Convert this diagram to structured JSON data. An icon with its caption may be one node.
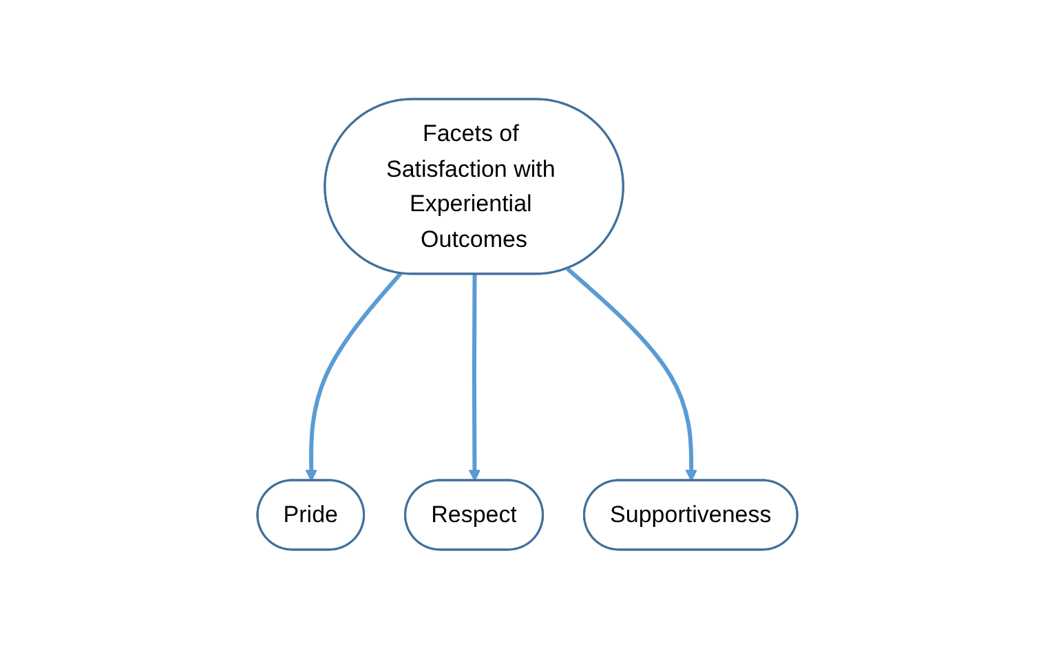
{
  "diagram": {
    "nodes": [
      {
        "text": [
          "Facets of Satisfaction with Experiential Outcomes"
        ]
      },
      {
        "text": [
          "Pride"
        ]
      },
      {
        "text": [
          "Respect"
        ]
      },
      {
        "text": [
          "Supportiveness"
        ]
      }
    ],
    "edges": [
      {
        "from": 0,
        "to": 1,
        "arrow": "to"
      },
      {
        "from": 0,
        "to": 2,
        "arrow": "to"
      },
      {
        "from": 0,
        "to": 3,
        "arrow": "to"
      }
    ]
  }
}
